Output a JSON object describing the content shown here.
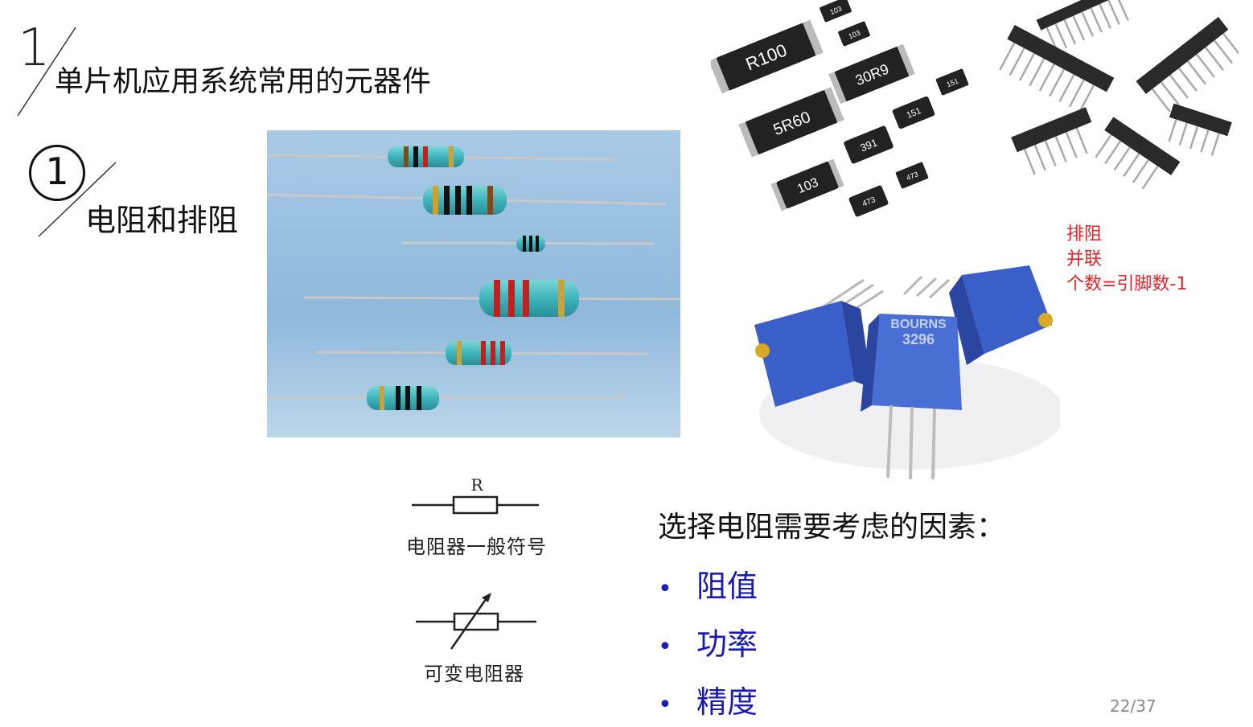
{
  "section": {
    "number": "1",
    "title": "单片机应用系统常用的元器件"
  },
  "subsection": {
    "number": "1",
    "title": "电阻和排阻"
  },
  "photos": {
    "axial_label": "axial-resistor-photo",
    "smd_markings": [
      "R100",
      "103",
      "103",
      "5R60",
      "30R9",
      "151",
      "151",
      "391",
      "103",
      "473",
      "473"
    ],
    "trimmer_markings": [
      "BOURNS",
      "3296"
    ]
  },
  "note": {
    "lines": [
      "排阻",
      "并联",
      "个数=引脚数-1"
    ],
    "color": "#e0262c"
  },
  "symbols": {
    "fixed_letter": "R",
    "fixed_label": "电阻器一般符号",
    "variable_label": "可变电阻器"
  },
  "factors": {
    "title": "选择电阻需要考虑的因素：",
    "items": [
      "阻值",
      "功率",
      "精度"
    ],
    "bullet": "•",
    "color": "#1a1ab4"
  },
  "page": {
    "number": "22/37"
  }
}
